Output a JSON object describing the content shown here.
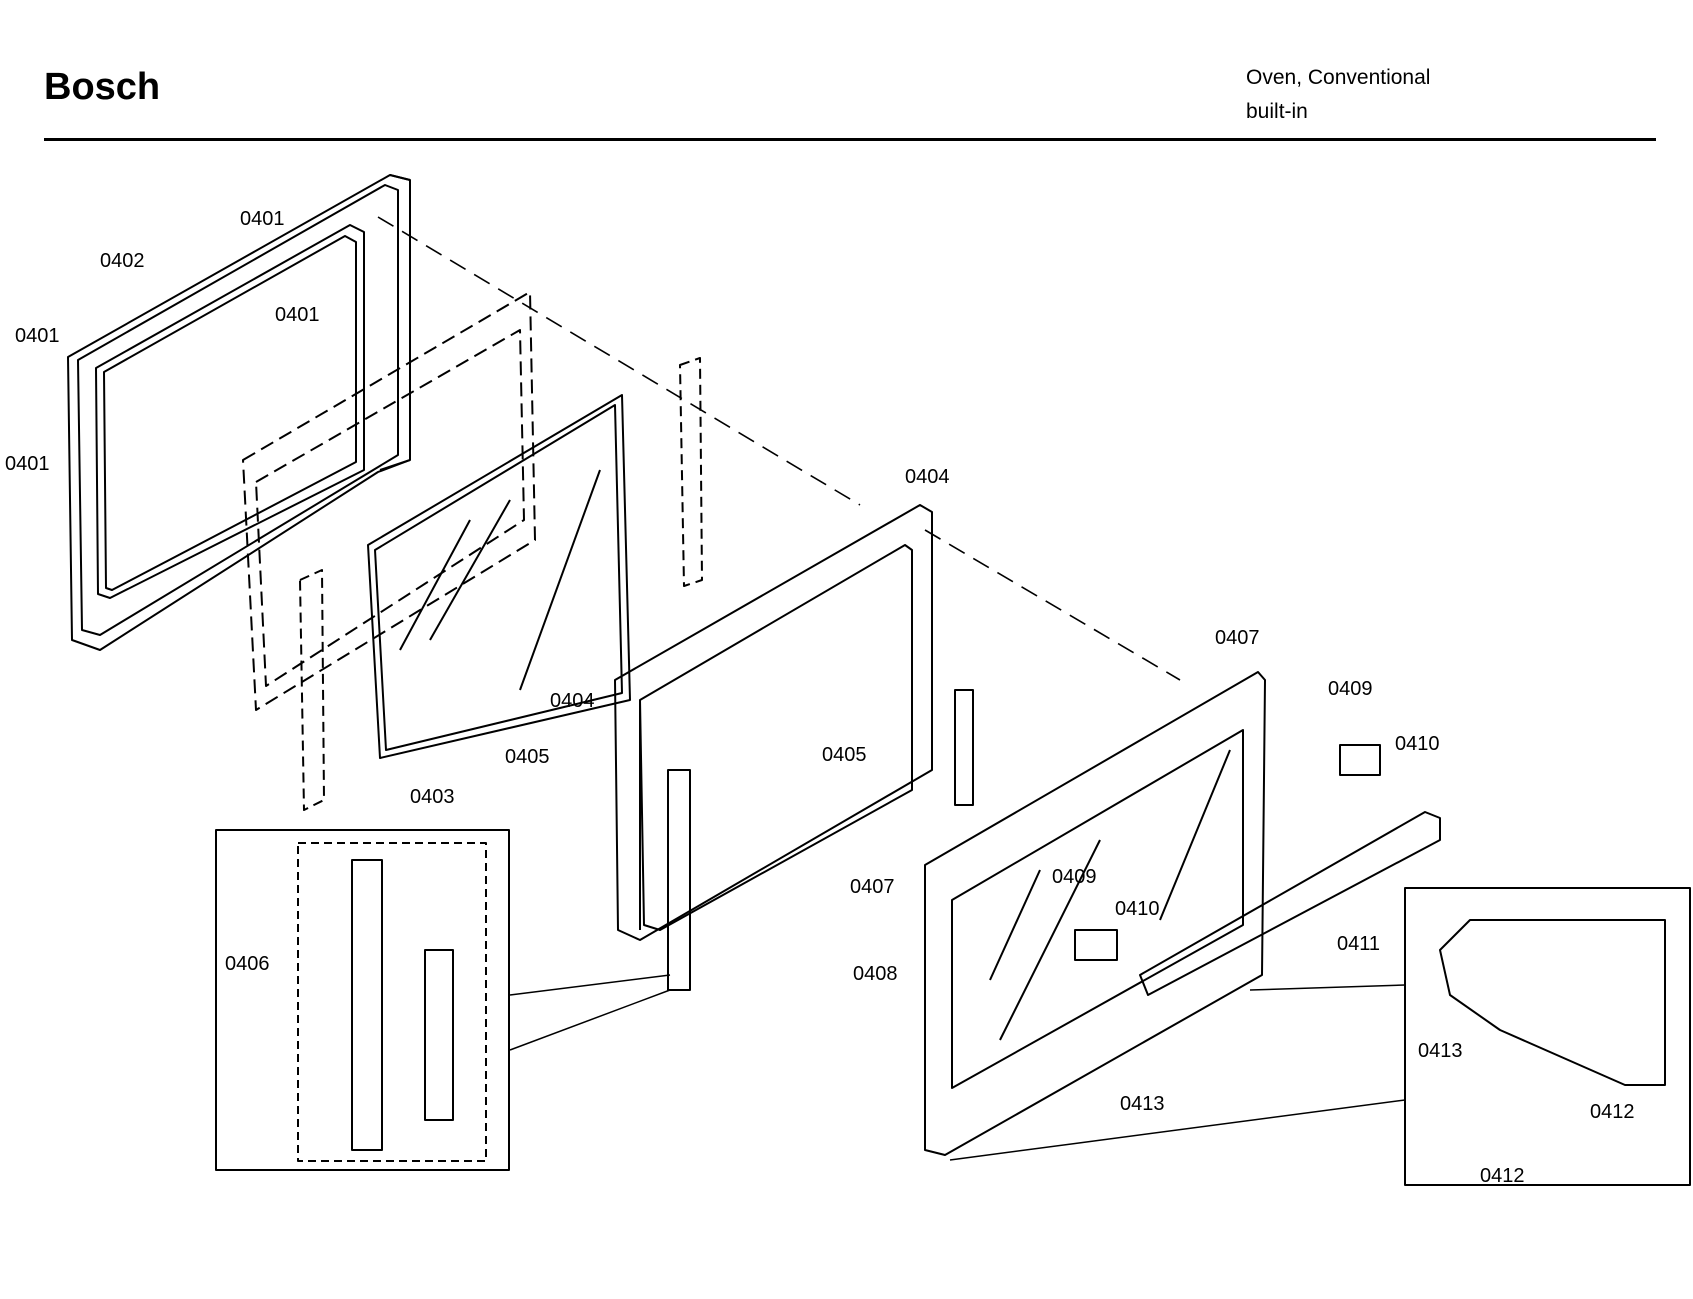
{
  "header": {
    "brand": "Bosch",
    "product_line1": "Oven, Conventional",
    "product_line2": "built-in"
  },
  "callouts": [
    {
      "id": "c1",
      "text": "0401"
    },
    {
      "id": "c2",
      "text": "0402"
    },
    {
      "id": "c3",
      "text": "0401"
    },
    {
      "id": "c4",
      "text": "0401"
    },
    {
      "id": "c5",
      "text": "0401"
    },
    {
      "id": "c6",
      "text": "0403"
    },
    {
      "id": "c7",
      "text": "0404"
    },
    {
      "id": "c8",
      "text": "0404"
    },
    {
      "id": "c9",
      "text": "0405"
    },
    {
      "id": "c10",
      "text": "0405"
    },
    {
      "id": "c11",
      "text": "0406"
    },
    {
      "id": "c12",
      "text": "0407"
    },
    {
      "id": "c13",
      "text": "0407"
    },
    {
      "id": "c14",
      "text": "0408"
    },
    {
      "id": "c15",
      "text": "0409"
    },
    {
      "id": "c16",
      "text": "0409"
    },
    {
      "id": "c17",
      "text": "0410"
    },
    {
      "id": "c18",
      "text": "0410"
    },
    {
      "id": "c19",
      "text": "0411"
    },
    {
      "id": "c20",
      "text": "0412"
    },
    {
      "id": "c21",
      "text": "0412"
    },
    {
      "id": "c22",
      "text": "0413"
    },
    {
      "id": "c23",
      "text": "0413"
    }
  ]
}
